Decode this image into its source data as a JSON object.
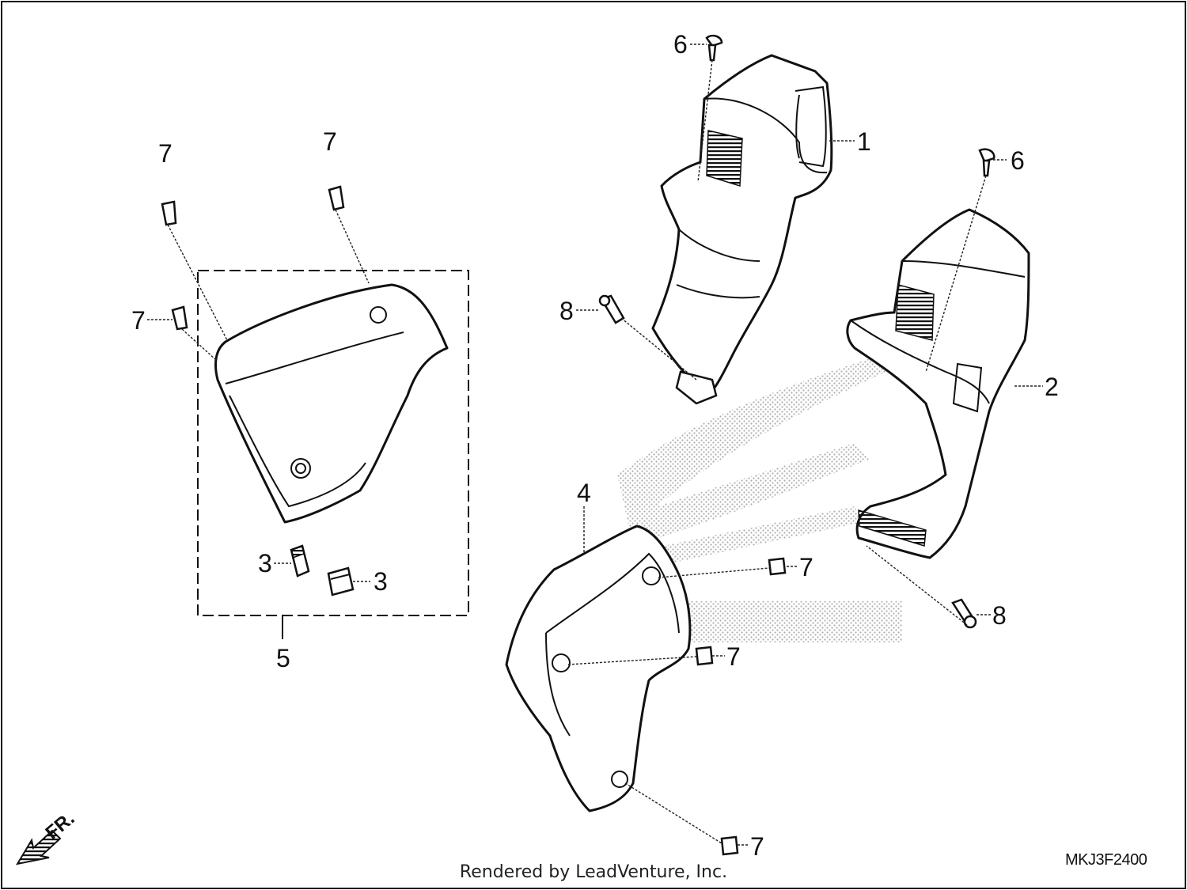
{
  "diagram": {
    "callouts": {
      "c1": "1",
      "c2": "2",
      "c3a": "3",
      "c3b": "3",
      "c4": "4",
      "c5": "5",
      "c6a": "6",
      "c6b": "6",
      "c7a": "7",
      "c7b": "7",
      "c7c": "7",
      "c7d": "7",
      "c7e": "7",
      "c7f": "7",
      "c8a": "8",
      "c8b": "8"
    },
    "direction_label": "FR.",
    "drawing_code": "MKJ3F2400",
    "footer": "Rendered by LeadVenture, Inc."
  }
}
